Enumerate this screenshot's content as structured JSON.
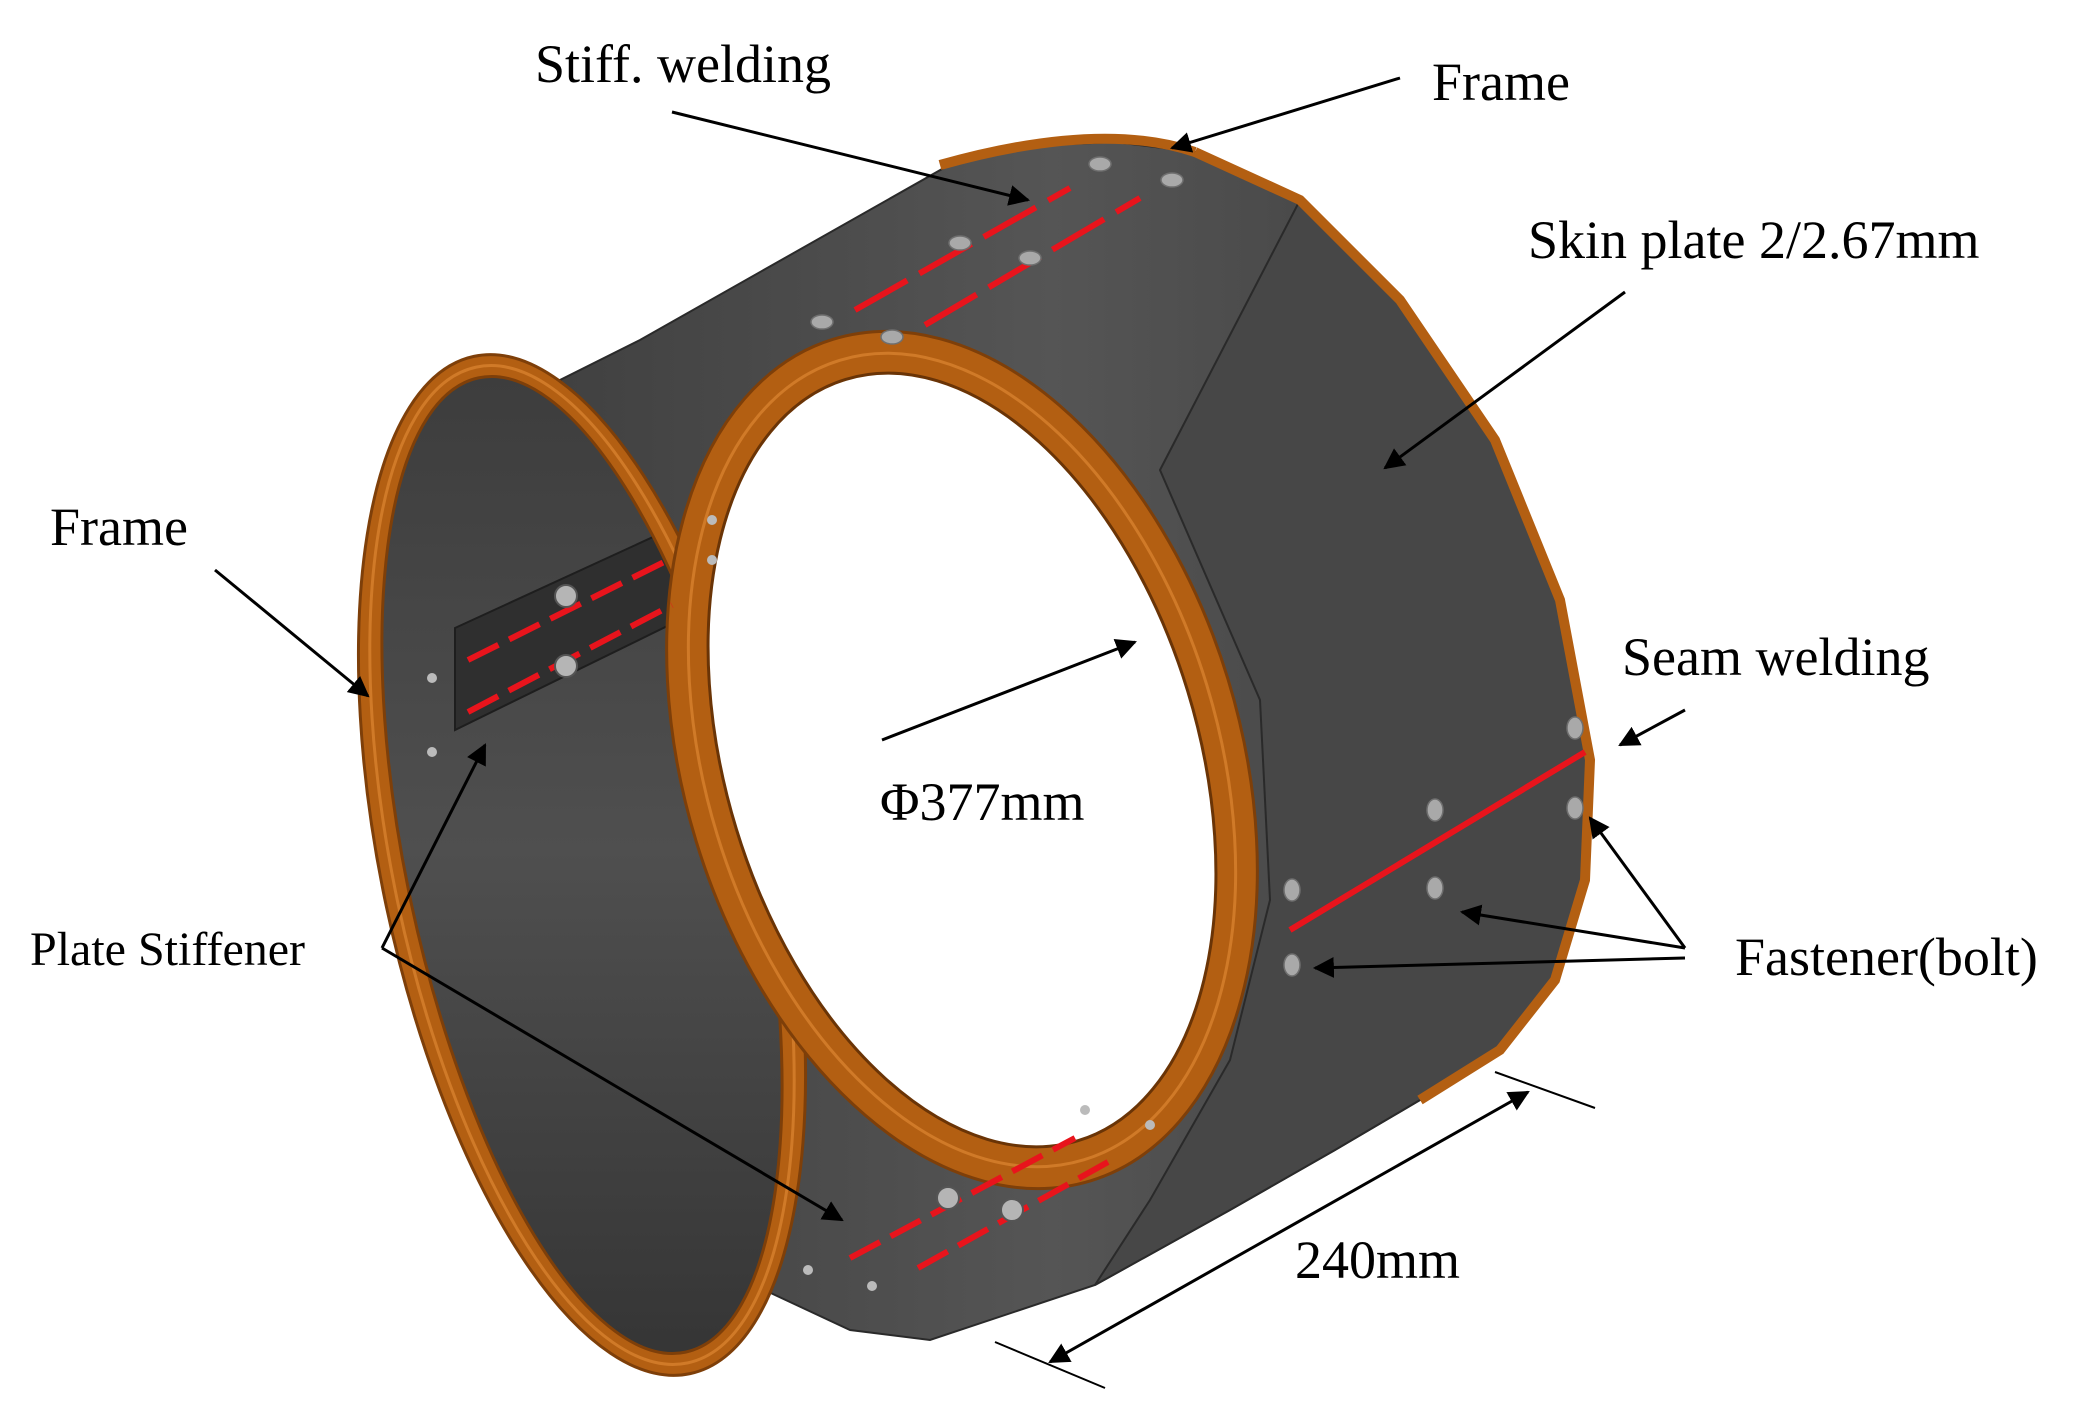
{
  "labels": {
    "stiff_welding": "Stiff. welding",
    "frame_top": "Frame",
    "skin_plate": "Skin plate 2/2.67mm",
    "frame_left": "Frame",
    "seam_welding": "Seam welding",
    "diameter": "Φ377mm",
    "plate_stiffener": "Plate Stiffener",
    "fastener": "Fastener(bolt)",
    "length": "240mm"
  },
  "colors": {
    "frame": "#b35f12",
    "frame_dark": "#7e3f09",
    "skin": "#4b4b4b",
    "weld": "#e8141c",
    "bolt": "#a9a9a9",
    "text": "#000000"
  }
}
